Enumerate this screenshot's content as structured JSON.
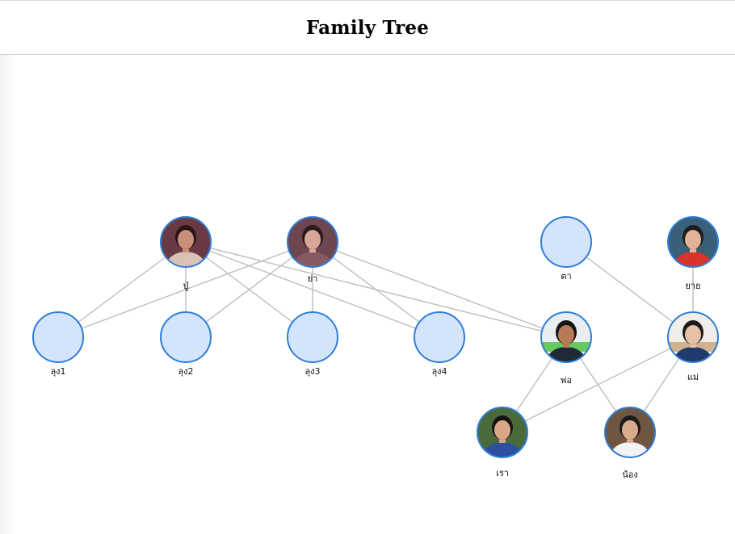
{
  "header": {
    "title": "Family Tree"
  },
  "colors": {
    "node_fill": "#d3e4fb",
    "node_stroke": "#2f7ed8",
    "edge": "#bdbdbd"
  },
  "nodes": [
    {
      "id": "pu",
      "label": "ปู่",
      "photo": "portrait-avatar"
    },
    {
      "id": "ya",
      "label": "ย่า",
      "photo": "portrait-avatar"
    },
    {
      "id": "ta",
      "label": "ตา",
      "photo": null
    },
    {
      "id": "yai",
      "label": "ยาย",
      "photo": "portrait-avatar"
    },
    {
      "id": "lung1",
      "label": "ลุง1",
      "photo": null
    },
    {
      "id": "lung2",
      "label": "ลุง2",
      "photo": null
    },
    {
      "id": "lung3",
      "label": "ลุง3",
      "photo": null
    },
    {
      "id": "lung4",
      "label": "ลุง4",
      "photo": null
    },
    {
      "id": "po",
      "label": "พ่อ",
      "photo": "portrait-avatar"
    },
    {
      "id": "mae",
      "label": "แม่",
      "photo": "portrait-avatar"
    },
    {
      "id": "rao",
      "label": "เรา",
      "photo": "portrait-avatar"
    },
    {
      "id": "nong",
      "label": "น้อง",
      "photo": "portrait-avatar"
    }
  ],
  "edges": [
    [
      "pu",
      "lung1"
    ],
    [
      "pu",
      "lung2"
    ],
    [
      "pu",
      "lung3"
    ],
    [
      "pu",
      "lung4"
    ],
    [
      "pu",
      "po"
    ],
    [
      "ya",
      "lung1"
    ],
    [
      "ya",
      "lung2"
    ],
    [
      "ya",
      "lung3"
    ],
    [
      "ya",
      "lung4"
    ],
    [
      "ya",
      "po"
    ],
    [
      "ta",
      "mae"
    ],
    [
      "yai",
      "mae"
    ],
    [
      "po",
      "rao"
    ],
    [
      "po",
      "nong"
    ],
    [
      "mae",
      "rao"
    ],
    [
      "mae",
      "nong"
    ]
  ]
}
